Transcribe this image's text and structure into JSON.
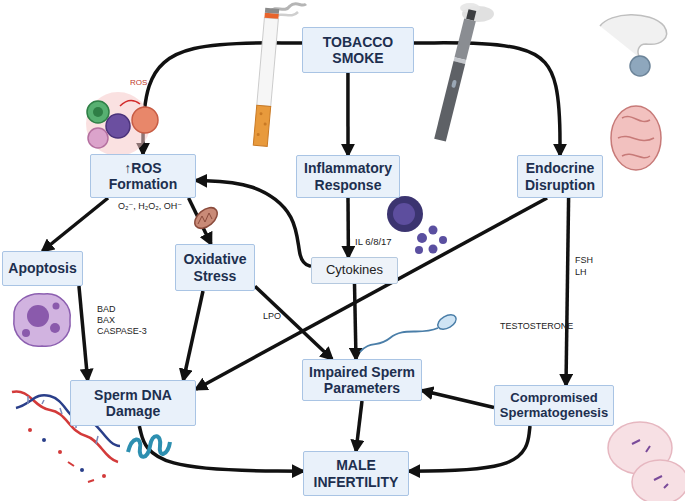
{
  "diagram": {
    "nodes": [
      {
        "text": [
          "TOBACCO SMOKE"
        ]
      },
      {
        "text": [
          "↑ROS Formation"
        ]
      },
      {
        "text": [
          "Inflammatory Response"
        ]
      },
      {
        "text": [
          "Endocrine Disruption"
        ]
      },
      {
        "text": [
          "Apoptosis"
        ]
      },
      {
        "text": [
          "Oxidative Stress"
        ]
      },
      {
        "text": [
          "Cytokines"
        ]
      },
      {
        "text": [
          "Sperm DNA Damage"
        ]
      },
      {
        "text": [
          "Impaired Sperm Parameters"
        ]
      },
      {
        "text": [
          "Compromised Spermatogenesis"
        ]
      },
      {
        "text": [
          "MALE INFERTILITY"
        ]
      }
    ],
    "edges": [
      {
        "from": 0,
        "to": 1,
        "arrow": "to"
      },
      {
        "from": 0,
        "to": 2,
        "arrow": "to"
      },
      {
        "from": 0,
        "to": 3,
        "arrow": "to"
      },
      {
        "from": 1,
        "to": 4,
        "arrow": "to"
      },
      {
        "from": 1,
        "to": 5,
        "arrow": "to"
      },
      {
        "from": 2,
        "to": 6,
        "arrow": "to"
      },
      {
        "from": 6,
        "to": 1,
        "arrow": "to"
      },
      {
        "from": 4,
        "to": 7,
        "arrow": "to"
      },
      {
        "from": 5,
        "to": 7,
        "arrow": "to"
      },
      {
        "from": 5,
        "to": 8,
        "arrow": "to"
      },
      {
        "from": 6,
        "to": 8,
        "arrow": "to"
      },
      {
        "from": 3,
        "to": 7,
        "arrow": "to"
      },
      {
        "from": 3,
        "to": 9,
        "arrow": "to"
      },
      {
        "from": 9,
        "to": 8,
        "arrow": "to"
      },
      {
        "from": 7,
        "to": 10,
        "arrow": "to"
      },
      {
        "from": 8,
        "to": 10,
        "arrow": "to"
      },
      {
        "from": 9,
        "to": 10,
        "arrow": "to"
      }
    ],
    "labels": [
      "ROS",
      "O₂⁻, H₂O₂, OH⁻",
      "IL 6/8/17",
      "BAD",
      "BAX",
      "CASPASE-3",
      "LPO",
      "FSH",
      "LH",
      "TESTOSTERONE"
    ]
  }
}
